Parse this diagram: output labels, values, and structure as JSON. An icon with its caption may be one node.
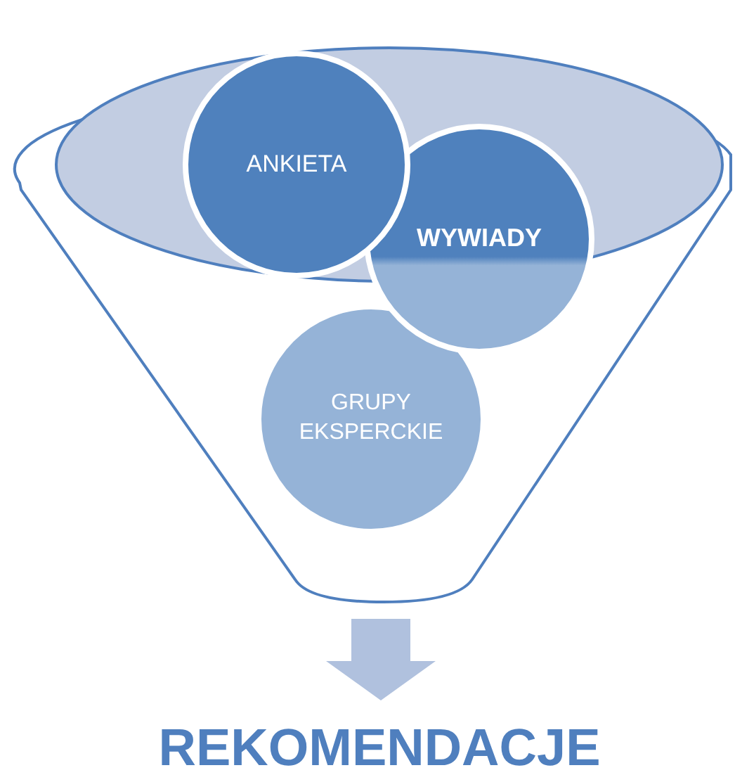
{
  "diagram": {
    "nodes": [
      {
        "text": [],
        "shape": "funnel"
      },
      {
        "text": [
          "ANKIETA"
        ],
        "in": 0
      },
      {
        "text": [
          "WYWIADY"
        ],
        "in": 0
      },
      {
        "text": [
          "GRUPY EKSPERCKIE"
        ],
        "in": 0
      },
      {
        "text": [
          "REKOMENDACJE"
        ]
      }
    ],
    "edges": [
      {
        "from": 0,
        "to": 4,
        "arrow": "to",
        "style": "thick"
      }
    ]
  }
}
